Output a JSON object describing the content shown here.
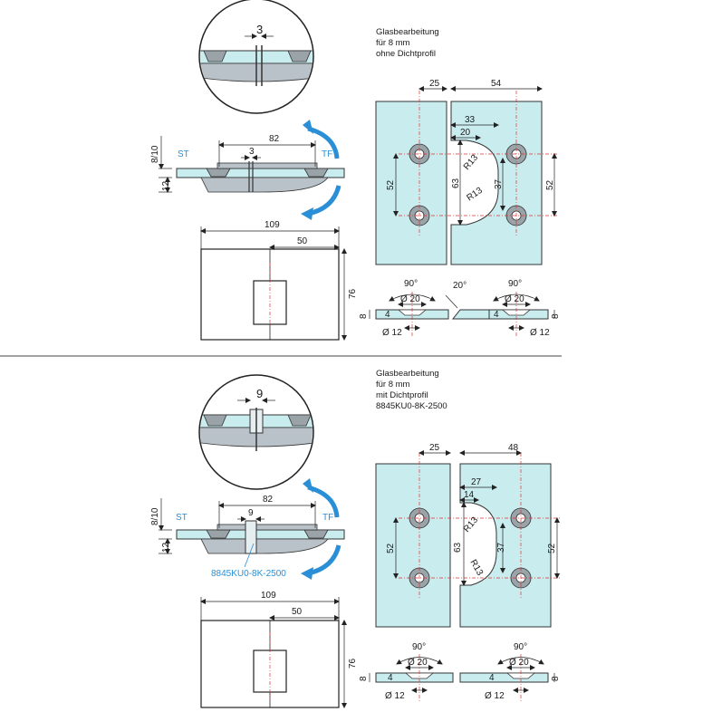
{
  "top": {
    "note": [
      "Glasbearbeitung",
      "für 8 mm",
      "ohne Dichtprofil"
    ],
    "detail_gap": "3",
    "side": {
      "width": "82",
      "gap": "3",
      "thickness_range": "8/10",
      "height": "12",
      "label_left": "ST",
      "label_right": "TF"
    },
    "front": {
      "width": "109",
      "half": "50",
      "height": "76"
    },
    "glass": {
      "left_width": "25",
      "right_width": "54",
      "cut_outer": "33",
      "cut_inner": "20",
      "radius_top": "R13",
      "radius_bottom": "R13",
      "hole_spacing_left": "52",
      "cut_height": "63",
      "cut_inner_height": "37",
      "hole_spacing_right": "52"
    },
    "sections": {
      "angle_left": "90°",
      "dia_left": "Ø 20",
      "thick_left": "8",
      "step_left": "4",
      "dia_small_left": "Ø 12",
      "bevel": "20°",
      "angle_right": "90°",
      "dia_right": "Ø 20",
      "step_right": "4",
      "thick_right": "8",
      "dia_small_right": "Ø 12"
    }
  },
  "bottom": {
    "note": [
      "Glasbearbeitung",
      "für 8 mm",
      "mit Dichtprofil",
      "8845KU0-8K-2500"
    ],
    "detail_gap": "9",
    "side": {
      "width": "82",
      "gap": "9",
      "thickness_range": "8/10",
      "height": "12",
      "label_left": "ST",
      "label_right": "TF",
      "profile_label": "8845KU0-8K-2500"
    },
    "front": {
      "width": "109",
      "half": "50",
      "height": "76"
    },
    "glass": {
      "left_width": "25",
      "right_width": "48",
      "cut_outer": "27",
      "cut_inner": "14",
      "radius_top": "R13",
      "radius_bottom": "R13",
      "hole_spacing_left": "52",
      "cut_height": "63",
      "cut_inner_height": "37",
      "hole_spacing_right": "52"
    },
    "sections": {
      "angle_left": "90°",
      "dia_left": "Ø 20",
      "thick_left": "8",
      "step_left": "4",
      "dia_small_left": "Ø 12",
      "angle_right": "90°",
      "dia_right": "Ø 20",
      "step_right": "4",
      "thick_right": "8",
      "dia_small_right": "Ø 12"
    }
  },
  "colors": {
    "glass": "#c9ecef",
    "arrow": "#2a8fd6",
    "centerline": "#e03030",
    "metal": "#b8c2c8"
  }
}
